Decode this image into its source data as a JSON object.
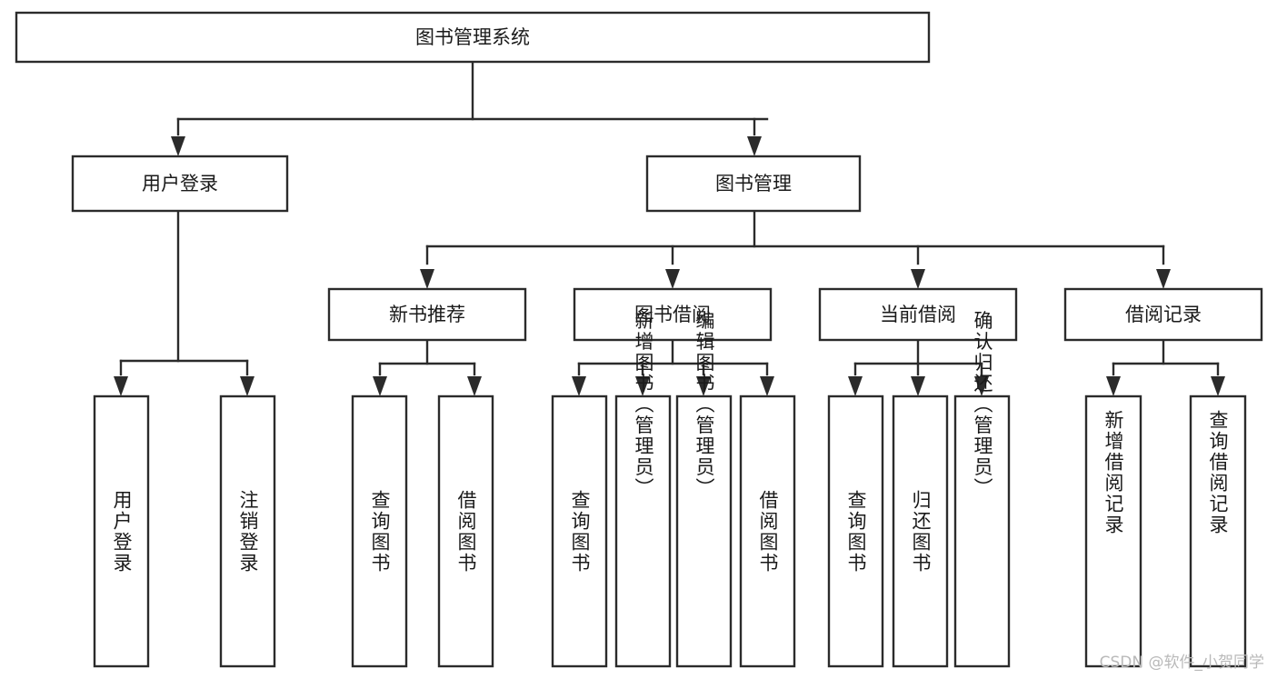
{
  "diagram": {
    "type": "tree",
    "orientation": "top-down",
    "title": "图书管理系统",
    "watermark": "CSDN @软件_小贺同学",
    "colors": {
      "background": "#ffffff",
      "box_fill": "#ffffff",
      "box_stroke": "#2b2b2b",
      "connector": "#2b2b2b",
      "text": "#1a1a1a",
      "watermark": "#b9b9b9"
    },
    "levels": {
      "root": "图书管理系统",
      "level2": [
        "用户登录",
        "图书管理"
      ],
      "level3": [
        "新书推荐",
        "图书借阅",
        "当前借阅",
        "借阅记录"
      ]
    },
    "nodes": {
      "root": {
        "label": "图书管理系统"
      },
      "user_login": {
        "label": "用户登录"
      },
      "book_manage": {
        "label": "图书管理"
      },
      "new_book_rec": {
        "label": "新书推荐"
      },
      "book_borrow": {
        "label": "图书借阅"
      },
      "current_borrow": {
        "label": "当前借阅"
      },
      "borrow_record": {
        "label": "借阅记录"
      },
      "leaf_user_login": {
        "label": "用户登录"
      },
      "leaf_logout": {
        "label": "注销登录"
      },
      "leaf_query_book_1": {
        "label": "查询图书"
      },
      "leaf_borrow_book_1": {
        "label": "借阅图书"
      },
      "leaf_query_book_2": {
        "label": "查询图书"
      },
      "leaf_add_book": {
        "label": "新增图书（管理员）"
      },
      "leaf_edit_book": {
        "label": "编辑图书（管理员）"
      },
      "leaf_borrow_book_2": {
        "label": "借阅图书"
      },
      "leaf_query_book_3": {
        "label": "查询图书"
      },
      "leaf_return_book": {
        "label": "归还图书"
      },
      "leaf_confirm_return": {
        "label": "确认归还（管理员）"
      },
      "leaf_add_record": {
        "label": "新增借阅记录"
      },
      "leaf_query_record": {
        "label": "查询借阅记录"
      }
    },
    "edges": [
      {
        "from": "图书管理系统",
        "to": "用户登录"
      },
      {
        "from": "图书管理系统",
        "to": "图书管理"
      },
      {
        "from": "用户登录",
        "to": "用户登录"
      },
      {
        "from": "用户登录",
        "to": "注销登录"
      },
      {
        "from": "图书管理",
        "to": "新书推荐"
      },
      {
        "from": "图书管理",
        "to": "图书借阅"
      },
      {
        "from": "图书管理",
        "to": "当前借阅"
      },
      {
        "from": "图书管理",
        "to": "借阅记录"
      },
      {
        "from": "新书推荐",
        "to": "查询图书"
      },
      {
        "from": "新书推荐",
        "to": "借阅图书"
      },
      {
        "from": "图书借阅",
        "to": "查询图书"
      },
      {
        "from": "图书借阅",
        "to": "新增图书（管理员）"
      },
      {
        "from": "图书借阅",
        "to": "编辑图书（管理员）"
      },
      {
        "from": "图书借阅",
        "to": "借阅图书"
      },
      {
        "from": "当前借阅",
        "to": "查询图书"
      },
      {
        "from": "当前借阅",
        "to": "归还图书"
      },
      {
        "from": "当前借阅",
        "to": "确认归还（管理员）"
      },
      {
        "from": "借阅记录",
        "to": "新增借阅记录"
      },
      {
        "from": "借阅记录",
        "to": "查询借阅记录"
      }
    ]
  }
}
